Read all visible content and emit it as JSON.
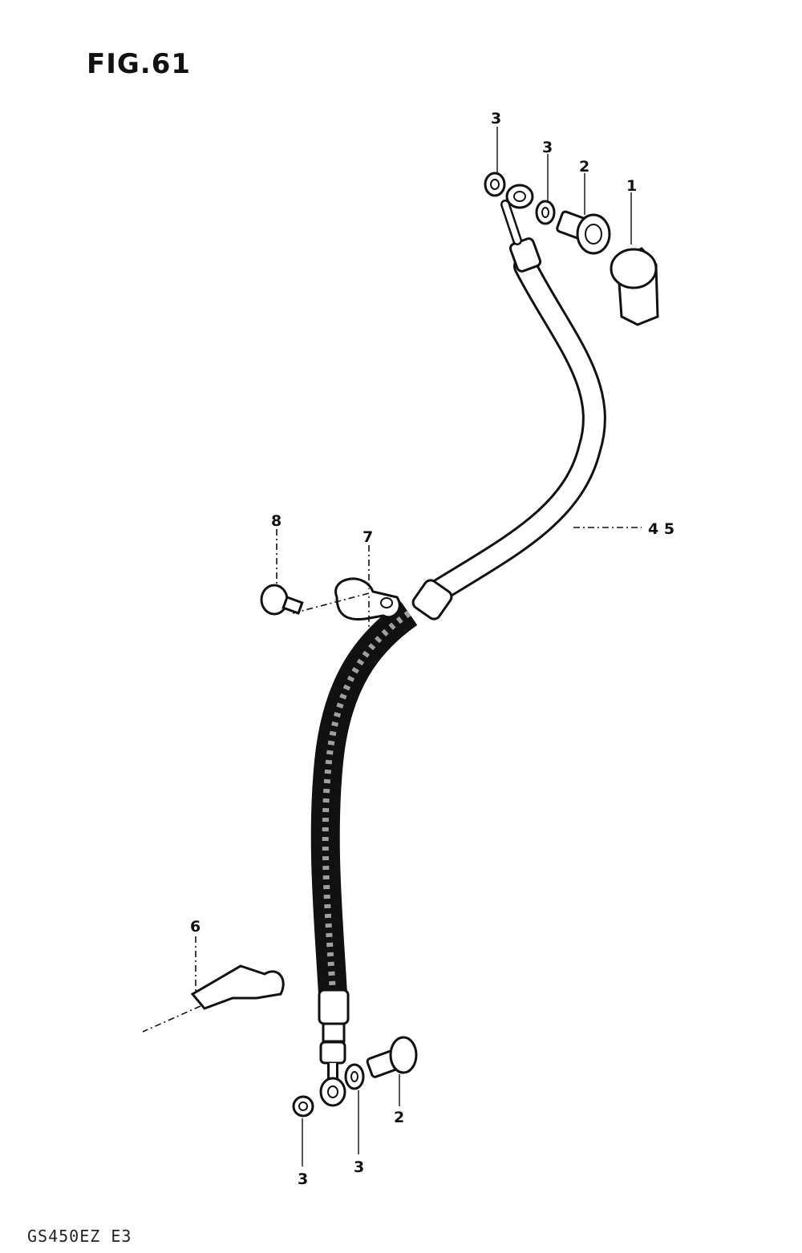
{
  "figure": {
    "title": "FIG.61",
    "model_code": "GS450EZ E3"
  },
  "callouts": {
    "c1": "1",
    "c2_top": "2",
    "c3_top_left": "3",
    "c3_top_right": "3",
    "c45": "4 5",
    "c6": "6",
    "c7": "7",
    "c8": "8",
    "c2_bottom": "2",
    "c3_bottom_right": "3",
    "c3_bottom_left": "3"
  }
}
